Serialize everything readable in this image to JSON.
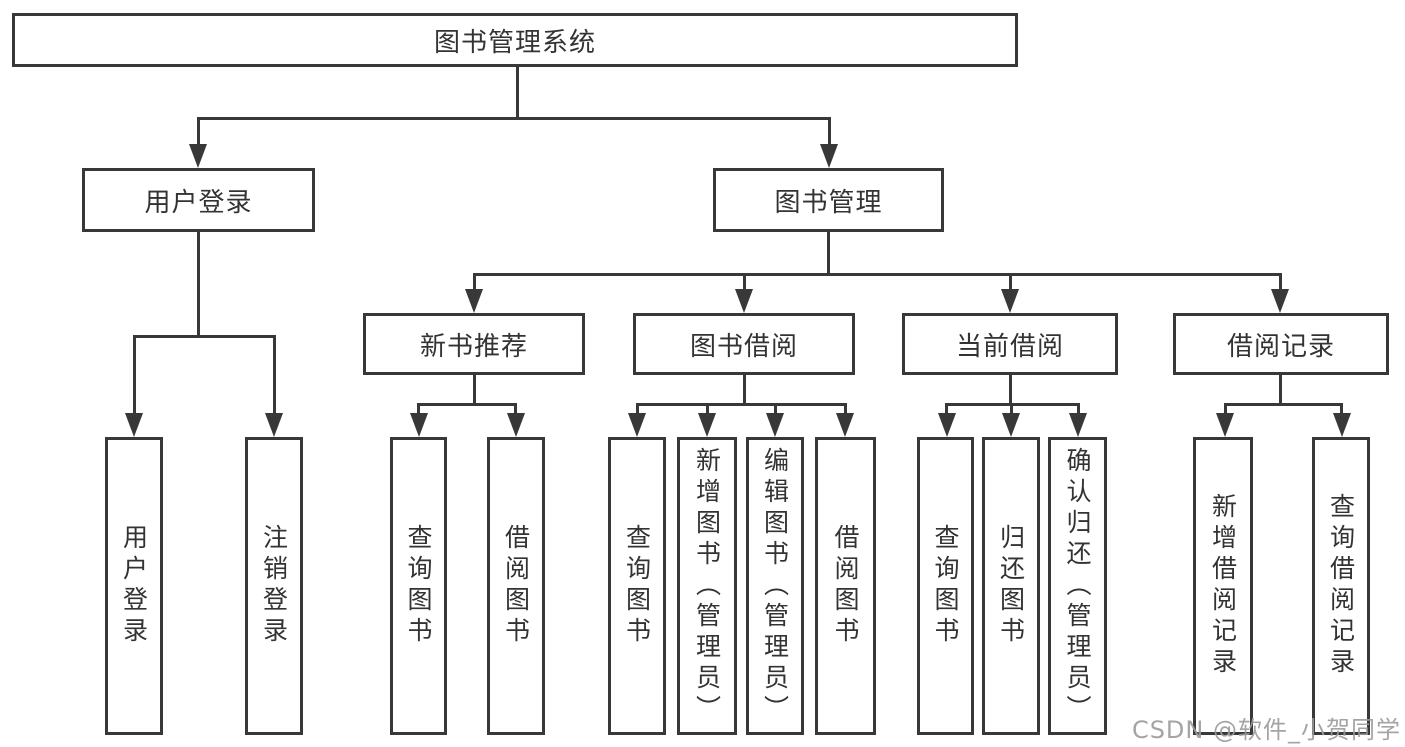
{
  "colors": {
    "line": "#383838",
    "text": "#333333",
    "background": "#ffffff",
    "watermark_gray": "#9b9b9b"
  },
  "diagram": {
    "title": "图书管理系统",
    "level2": [
      {
        "label": "用户登录"
      },
      {
        "label": "图书管理"
      }
    ],
    "level3": [
      {
        "label": "新书推荐"
      },
      {
        "label": "图书借阅"
      },
      {
        "label": "当前借阅"
      },
      {
        "label": "借阅记录"
      }
    ],
    "leaves": {
      "user_login": [
        "用户登录",
        "注销登录"
      ],
      "new_book_recommend": [
        "查询图书",
        "借阅图书"
      ],
      "book_borrow": [
        "查询图书",
        "新增图书（管理员）",
        "编辑图书（管理员）",
        "借阅图书"
      ],
      "current_borrow": [
        "查询图书",
        "归还图书",
        "确认归还（管理员）"
      ],
      "borrow_records": [
        "新增借阅记录",
        "查询借阅记录"
      ]
    }
  },
  "watermark": {
    "text": "CSDN @软件_小贺同学"
  }
}
